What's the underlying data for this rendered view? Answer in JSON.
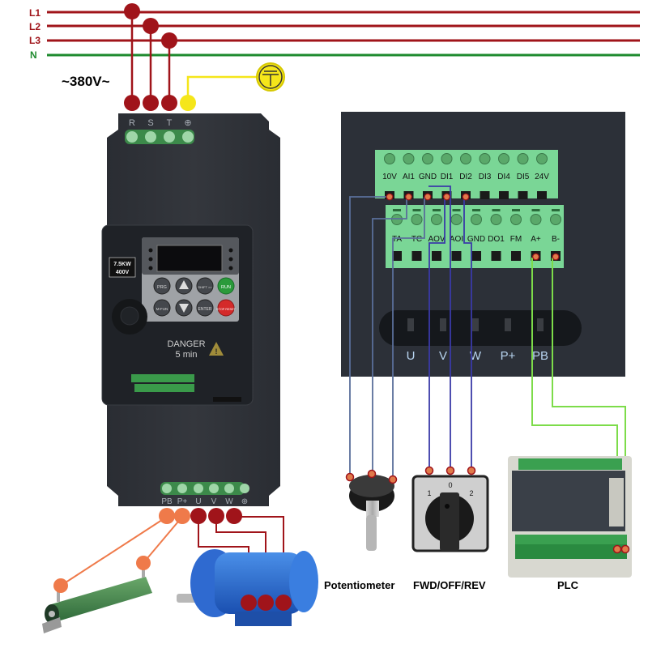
{
  "supply": {
    "lines": [
      {
        "label": "L1",
        "color": "#a0141a"
      },
      {
        "label": "L2",
        "color": "#a0141a"
      },
      {
        "label": "L3",
        "color": "#a0141a"
      },
      {
        "label": "N",
        "color": "#1e8a2e"
      }
    ],
    "voltage_label": "~380V~",
    "ground_icon": "earth-ground-icon",
    "ground_color": "#f5e61a"
  },
  "inverter": {
    "input_terminals": [
      "R",
      "S",
      "T",
      "⊕"
    ],
    "output_terminals": [
      "PB",
      "P+",
      "U",
      "V",
      "W",
      "⊕"
    ],
    "rating_line1": "7.5KW",
    "rating_line2": "400V",
    "keypad": {
      "buttons": [
        "PRG",
        "▲",
        "SHIFT >>",
        "RUN",
        "M-FUN",
        "▼",
        "ENTER",
        "STOP RESET"
      ],
      "run_color": "#2a9a3a",
      "stop_color": "#d42a2a"
    },
    "warning_title": "DANGER",
    "warning_sub": "5 min"
  },
  "control_board": {
    "top_row": [
      "10V",
      "AI1",
      "GND",
      "DI1",
      "DI2",
      "DI3",
      "DI4",
      "DI5",
      "24V"
    ],
    "bottom_row": [
      "TA",
      "TC",
      "AOV",
      "AOI",
      "GND",
      "DO1",
      "FM",
      "A+",
      "B-"
    ],
    "power_terminals": [
      "U",
      "V",
      "W",
      "P+",
      "PB"
    ]
  },
  "components": {
    "potentiometer_label": "Potentiometer",
    "switch_label": "FWD/OFF/REV",
    "switch_positions": [
      "1",
      "0",
      "2"
    ],
    "plc_label": "PLC"
  },
  "wire_colors": {
    "power": "#a0141a",
    "brake": "#ef7a4a",
    "analog": "#5a6f9a",
    "digital": "#3a3aa8",
    "comm": "#7ddc4a"
  }
}
